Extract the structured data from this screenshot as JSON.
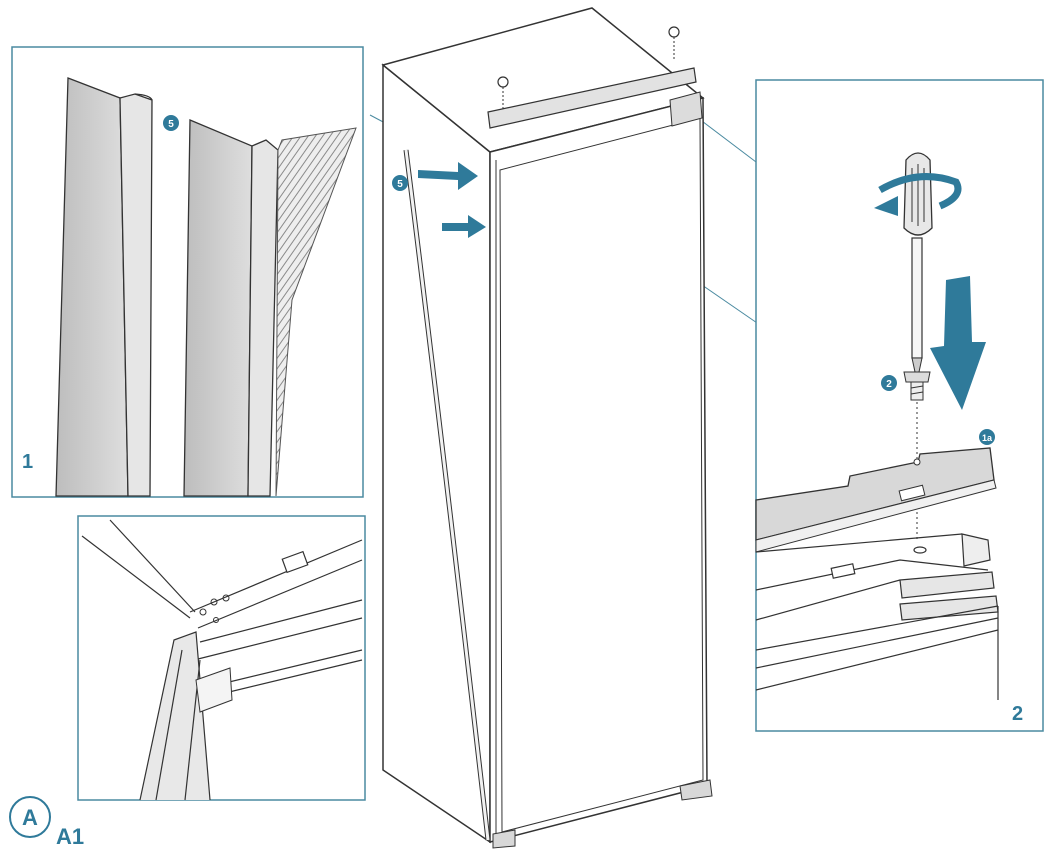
{
  "figure": {
    "panels": [
      {
        "number": "1"
      },
      {
        "number": "2"
      }
    ],
    "callouts": {
      "panel1_step": "5",
      "fridge_step": "5",
      "screw_step": "2",
      "bracket_step": "1a"
    },
    "figure_letter": "A",
    "figure_label": "A1"
  },
  "colors": {
    "accent": "#2f7a9a",
    "line": "#333333",
    "frame": "#4a8aa0",
    "panel_fill": "#f4f4f4",
    "gasket": "#cfcfcf"
  },
  "icons": [
    "screw-icon",
    "screwdriver-icon",
    "rotation-arrow-icon",
    "push-arrow-icon",
    "down-arrow-icon"
  ]
}
